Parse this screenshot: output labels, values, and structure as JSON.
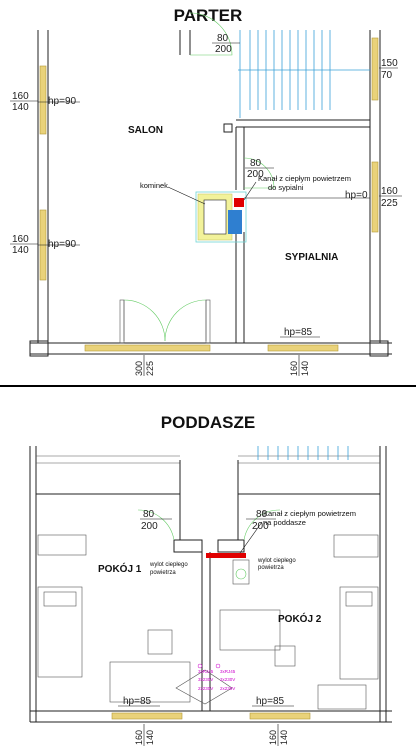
{
  "titles": {
    "ground": "PARTER",
    "attic": "PODDASZE"
  },
  "ground": {
    "rooms": {
      "salon": "SALON",
      "sypialnia": "SYPIALNIA"
    },
    "labels": {
      "kominek": "kominek",
      "duct_line1": "Kanał z ciepłym powietrzem",
      "duct_line2": "do sypialni"
    },
    "dims": {
      "door_top_w": "80",
      "door_top_h": "200",
      "win_right_top_w": "150",
      "win_right_top_h": "70",
      "win_left1_w": "160",
      "win_left1_h": "140",
      "hp_left1": "hp=90",
      "win_left2_w": "160",
      "win_left2_h": "140",
      "hp_left2": "hp=90",
      "door_mid_w": "80",
      "door_mid_h": "200",
      "hp_right": "hp=0",
      "win_right_mid_w": "160",
      "win_right_mid_h": "225",
      "hp_bottom": "hp=85",
      "win_bottom_right_w": "160",
      "win_bottom_right_h": "140",
      "win_bottom_left_w": "300",
      "win_bottom_left_h": "225"
    }
  },
  "attic": {
    "rooms": {
      "pokoj1": "POKÓJ 1",
      "pokoj2": "POKÓJ 2"
    },
    "labels": {
      "duct_line1": "Kanał z ciepłym powietrzem",
      "duct_line2": "na poddasze",
      "outlet_left_1": "wylot ciepłego",
      "outlet_left_2": "powietrza",
      "outlet_right_1": "wylot ciepłego",
      "outlet_right_2": "powietrza"
    },
    "dims": {
      "door_left_w": "80",
      "door_left_h": "200",
      "door_right_w": "80",
      "door_right_h": "200",
      "hp_left": "hp=85",
      "hp_right": "hp=85",
      "win_left_w": "160",
      "win_left_h": "140",
      "win_right_w": "160",
      "win_right_h": "140"
    },
    "sockets": [
      "3xRJ45",
      "3x230V",
      "3xRJ45",
      "3x230V",
      "2x230V",
      "2x230V"
    ]
  },
  "colors": {
    "wall": "#222222",
    "window": "#e9d27a",
    "stairs": "#3aa0d8",
    "duct_red": "#e00000",
    "chimney_blue": "#2f7fd0",
    "fireplace_yellow": "#f2f29a",
    "fireplace_cyan": "#6fd6d6",
    "door_arc": "#66cc66",
    "socket_magenta": "#cc00cc"
  }
}
